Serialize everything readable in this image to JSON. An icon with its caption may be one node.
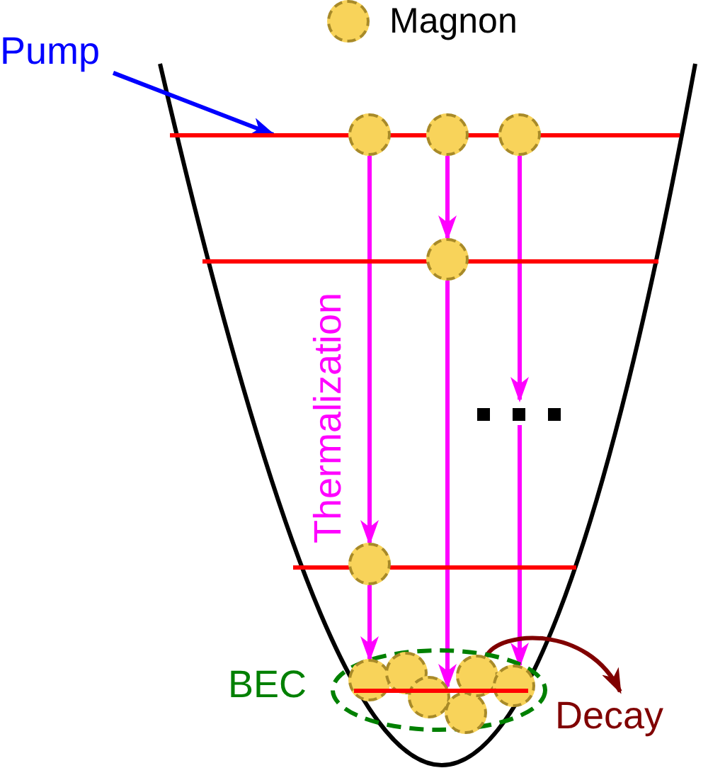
{
  "diagram": {
    "nodes": [
      {
        "text": [
          "Pump"
        ]
      },
      {
        "text": [],
        "shape": "bar"
      },
      {
        "text": [],
        "shape": "circle"
      },
      {
        "text": [],
        "shape": "circle"
      },
      {
        "text": [],
        "shape": "circle"
      },
      {
        "text": [],
        "shape": "bar"
      },
      {
        "text": [],
        "shape": "circle"
      },
      {
        "text": [],
        "shape": "bar"
      },
      {
        "text": [],
        "shape": "circle"
      },
      {
        "text": [
          "BEC"
        ]
      },
      {
        "text": [],
        "shape": "bar",
        "in": 9
      },
      {
        "text": [],
        "shape": "circle",
        "in": 9
      },
      {
        "text": [],
        "shape": "circle",
        "in": 9
      },
      {
        "text": [],
        "shape": "circle",
        "in": 9
      },
      {
        "text": [],
        "shape": "circle",
        "in": 9
      },
      {
        "text": [],
        "shape": "circle",
        "in": 9
      },
      {
        "text": [],
        "shape": "circle",
        "in": 9
      },
      {
        "text": [
          "Decay"
        ]
      }
    ],
    "edges": [
      {
        "from": 0,
        "to": 1,
        "arrow": "to",
        "color": "#0000ff"
      },
      {
        "from": 2,
        "to": 8,
        "arrow": "to"
      },
      {
        "from": 8,
        "to": 11,
        "arrow": "to"
      },
      {
        "from": 3,
        "to": 6,
        "arrow": "to"
      },
      {
        "from": 6,
        "to": 13,
        "arrow": "to"
      },
      {
        "from": 4,
        "to": null,
        "arrow": "to"
      },
      {
        "from": null,
        "to": 16,
        "arrow": "to"
      },
      {
        "from": 15,
        "to": 17,
        "arrow": "to",
        "color": "#800000"
      }
    ],
    "labels": [
      "Thermalization"
    ],
    "legend": [
      {
        "text": "Magnon"
      }
    ]
  }
}
